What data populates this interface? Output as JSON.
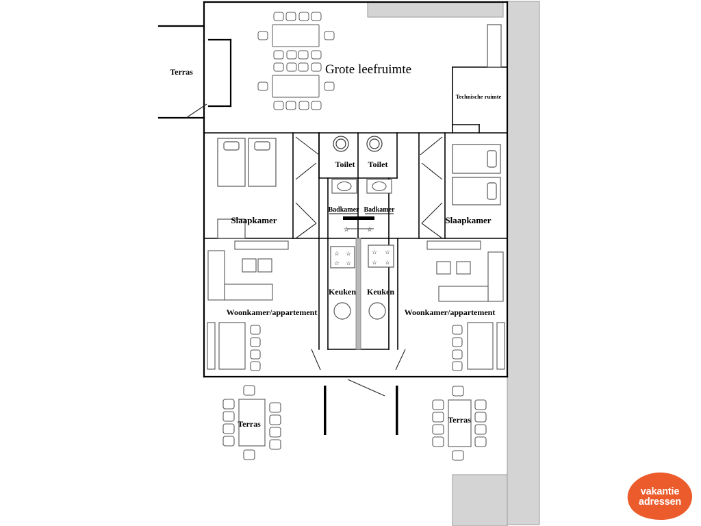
{
  "document": {
    "type": "floor-plan",
    "language": "nl",
    "background_color": "#ffffff",
    "wall_color": "#000000",
    "furniture_stroke": "#555555",
    "shaded_area_color": "#d4d4d4"
  },
  "rooms": {
    "great_room": {
      "label": "Grote leefruimte"
    },
    "terrace_west": {
      "label": "Terras"
    },
    "technical_room": {
      "label": "Technische ruimte"
    },
    "bedroom_left": {
      "label": "Slaapkamer"
    },
    "bedroom_right": {
      "label": "Slaapkamer"
    },
    "toilet_left": {
      "label": "Toilet"
    },
    "toilet_right": {
      "label": "Toilet"
    },
    "bathroom_left": {
      "label": "Badkamer"
    },
    "bathroom_right": {
      "label": "Badkamer"
    },
    "kitchen_left": {
      "label": "Keuken"
    },
    "kitchen_right": {
      "label": "Keuken"
    },
    "living_left": {
      "label": "Woonkamer/appartement"
    },
    "living_right": {
      "label": "Woonkamer/appartement"
    },
    "terrace_south_left": {
      "label": "Terras"
    },
    "terrace_south_right": {
      "label": "Terras"
    }
  },
  "fixtures": {
    "dining_tables": 2,
    "dining_chairs_per_table": 10,
    "beds_left_bedroom": 2,
    "beds_right_bedroom": 2,
    "kitchen_hob_burners": 4,
    "kitchen_sinks": 1,
    "toilets": 2,
    "sinks_bathroom": 2,
    "terrace_tables": 2,
    "terrace_chairs_per_table": 10
  },
  "logo": {
    "name": "vakantieadressen-logo",
    "line1": "vakantie",
    "line2": "adressen",
    "color": "#ec5b2b",
    "text_color": "#ffffff"
  }
}
